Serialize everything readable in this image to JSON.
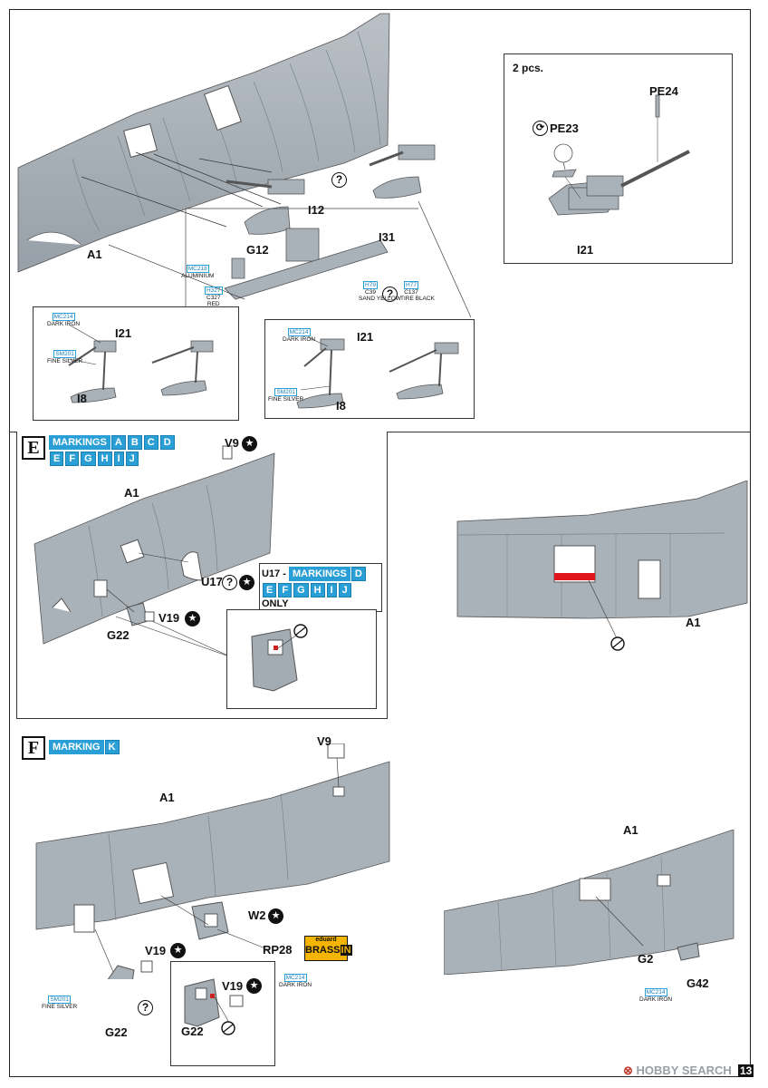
{
  "top": {
    "parts": {
      "a1": "A1",
      "i12": "I12",
      "i31": "I31",
      "g12": "G12",
      "q": "?"
    },
    "colors": {
      "mc218": {
        "code": "MC218",
        "name": "ALUMINIUM"
      },
      "h327": {
        "code": "H327",
        "c": "C327",
        "name": "RED"
      },
      "h79": {
        "code": "H79",
        "c": "C39",
        "name": "SAND YELLOW"
      },
      "h77": {
        "code": "H77",
        "c": "C137",
        "name": "TIRE BLACK"
      }
    },
    "inset_left": {
      "mc214": {
        "code": "MC214",
        "name": "DARK IRON"
      },
      "sm201": {
        "code": "SM201",
        "name": "FINE SILVER"
      },
      "i21": "I21",
      "i8": "I8"
    },
    "inset_right": {
      "mc214": {
        "code": "MC214",
        "name": "DARK IRON"
      },
      "sm201": {
        "code": "SM201",
        "name": "FINE SILVER"
      },
      "i21": "I21",
      "i8": "I8"
    },
    "detail": {
      "count": "2 pcs.",
      "pe24": "PE24",
      "pe23": "PE23",
      "i21": "I21"
    }
  },
  "section_e": {
    "letter": "E",
    "markings_label": "MARKINGS",
    "markings": [
      "A",
      "B",
      "C",
      "D",
      "E",
      "F",
      "G",
      "H",
      "I",
      "J"
    ],
    "v9": "V9",
    "a1": "A1",
    "u17": "U17",
    "v19": "V19",
    "g22": "G22",
    "u17_note": {
      "prefix": "U17 -",
      "markings_label": "MARKINGS",
      "markings": [
        "D",
        "E",
        "F",
        "G",
        "H",
        "I",
        "J"
      ],
      "suffix": "ONLY"
    },
    "right_a1": "A1"
  },
  "section_f": {
    "letter": "F",
    "markings_label": "MARKING",
    "markings": [
      "K"
    ],
    "v9": "V9",
    "a1": "A1",
    "w2": "W2",
    "rp28": "RP28",
    "brand_top": "eduard",
    "brand_bottom": "BRASS",
    "brand_suffix": "IN",
    "v19": "V19",
    "g22": "G22",
    "sm201": {
      "code": "SM201",
      "name": "FINE SILVER"
    },
    "mc214": {
      "code": "MC214",
      "name": "DARK IRON"
    },
    "right": {
      "a1": "A1",
      "g2": "G2",
      "g42": "G42",
      "mc214": {
        "code": "MC214",
        "name": "DARK IRON"
      }
    }
  },
  "footer": {
    "page": "13",
    "watermark": "HOBBY SEARCH"
  }
}
